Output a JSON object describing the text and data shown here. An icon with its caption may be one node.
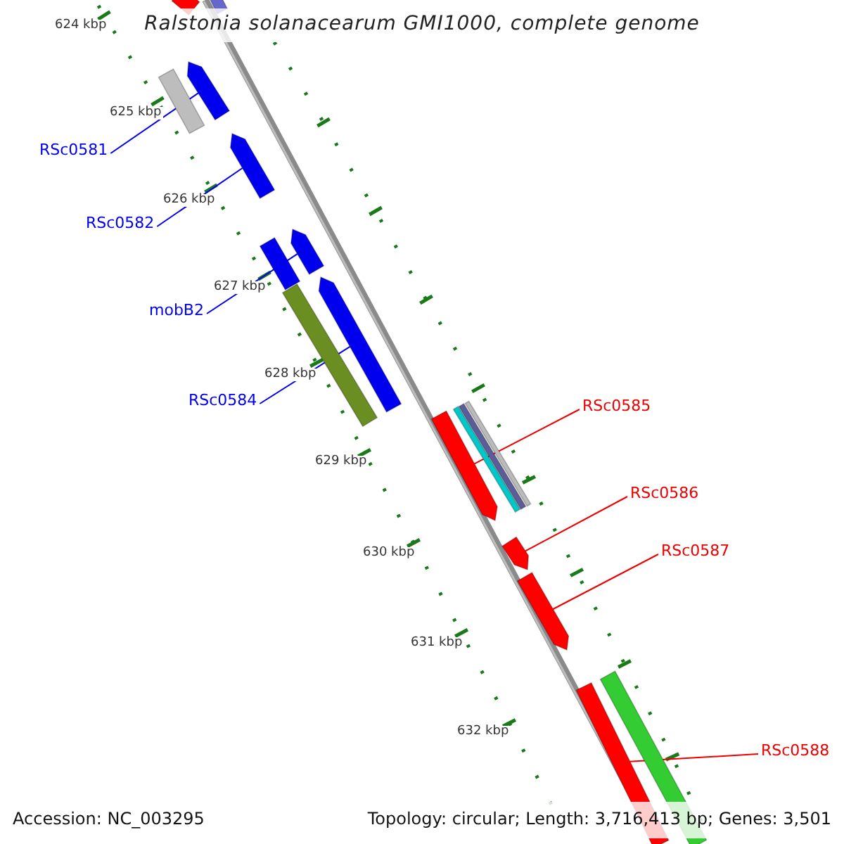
{
  "diagram": {
    "title": "Ralstonia solanacearum GMI1000, complete genome",
    "nodes": [
      {
        "text": [
          "RSc0581"
        ]
      },
      {
        "text": [
          "RSc0582"
        ]
      },
      {
        "text": [
          "mobB2"
        ]
      },
      {
        "text": [
          "RSc0584"
        ]
      },
      {
        "text": [
          "RSc0585"
        ]
      },
      {
        "text": [
          "RSc0586"
        ]
      },
      {
        "text": [
          "RSc0587"
        ]
      },
      {
        "text": [
          "RSc0588"
        ]
      },
      {
        "text": [],
        "shape": "bar"
      },
      {
        "text": [],
        "shape": "bar"
      },
      {
        "text": [],
        "shape": "arrow"
      },
      {
        "text": [],
        "shape": "bar"
      },
      {
        "text": [],
        "shape": "arrow"
      },
      {
        "text": [],
        "shape": "arrow"
      },
      {
        "text": [],
        "shape": "bar"
      },
      {
        "text": [],
        "shape": "arrow"
      },
      {
        "text": [],
        "shape": "bar"
      },
      {
        "text": [],
        "shape": "bar"
      },
      {
        "text": [],
        "shape": "bar"
      },
      {
        "text": [],
        "shape": "bar"
      },
      {
        "text": [],
        "shape": "arrow"
      },
      {
        "text": [],
        "shape": "arrow"
      },
      {
        "text": [],
        "shape": "arrow"
      },
      {
        "text": [],
        "shape": "bar"
      },
      {
        "text": [],
        "shape": "bar"
      }
    ],
    "edges": [
      {
        "from": 0,
        "to": 10,
        "arrow": "none",
        "color": "#0000ee"
      },
      {
        "from": 1,
        "to": 12,
        "arrow": "none",
        "color": "#0000ee"
      },
      {
        "from": 2,
        "to": 13,
        "arrow": "none",
        "color": "#0000ee"
      },
      {
        "from": 3,
        "to": 15,
        "arrow": "none",
        "color": "#0000ee"
      },
      {
        "from": 4,
        "to": 20,
        "arrow": "none",
        "color": "#ee0000"
      },
      {
        "from": 5,
        "to": 21,
        "arrow": "none",
        "color": "#ee0000"
      },
      {
        "from": 6,
        "to": 22,
        "arrow": "none",
        "color": "#ee0000"
      },
      {
        "from": 7,
        "to": 24,
        "arrow": "none",
        "color": "#ee0000"
      }
    ],
    "labels": [
      "624 kbp",
      "625 kbp",
      "626 kbp",
      "627 kbp",
      "628 kbp",
      "629 kbp",
      "630 kbp",
      "631 kbp",
      "632 kbp",
      "Accession: NC_003295",
      "Topology: circular; Length: 3,716,413 bp; Genes: 3,501"
    ]
  }
}
